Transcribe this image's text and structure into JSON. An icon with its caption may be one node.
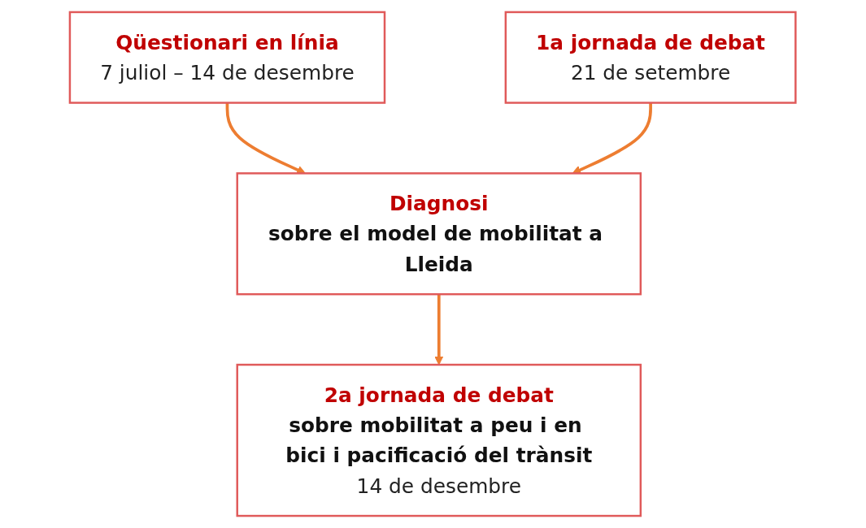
{
  "diagram": {
    "nodes": [
      {
        "text": [
          "Qüestionari en línia",
          "7 juliol – 14 de desembre"
        ]
      },
      {
        "text": [
          "1a jornada de debat",
          "21 de setembre"
        ]
      },
      {
        "text": [
          "Diagnosi",
          "sobre el model de mobilitat a Lleida"
        ]
      },
      {
        "text": [
          "2a jornada de debat",
          "sobre mobilitat a peu i en bici i pacificació del trànsit",
          "14 de desembre"
        ]
      }
    ],
    "edges": [
      {
        "from": 0,
        "to": 2,
        "arrow": "to"
      },
      {
        "from": 1,
        "to": 2,
        "arrow": "to"
      },
      {
        "from": 2,
        "to": 3,
        "arrow": "to"
      }
    ]
  }
}
